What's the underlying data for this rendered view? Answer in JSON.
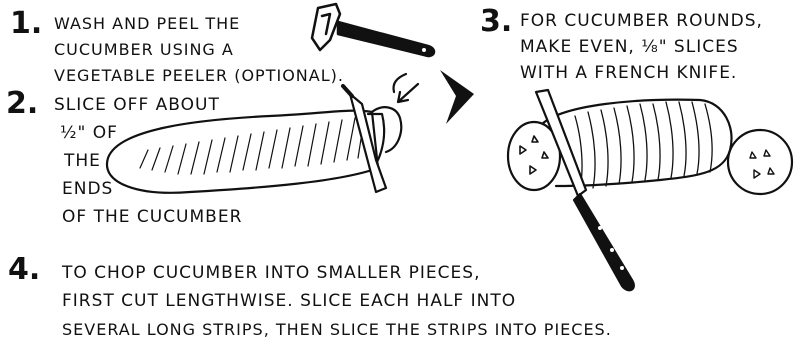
{
  "step1": {
    "number": "1.",
    "lines": [
      "Wash and peel the",
      "cucumber using a",
      "vegetable peeler (optional)."
    ]
  },
  "step2": {
    "number": "2.",
    "lines": [
      "Slice off about",
      "½\" of",
      "the",
      "ends",
      "of the cucumber"
    ]
  },
  "step3": {
    "number": "3.",
    "lines": [
      "For cucumber rounds,",
      "make even, ⅛\" slices",
      "with a french knife."
    ]
  },
  "step4": {
    "number": "4.",
    "lines": [
      "To chop cucumber into smaller pieces,",
      "first cut lengthwise. Slice each half into",
      "several long strips, then slice the strips into pieces."
    ]
  }
}
